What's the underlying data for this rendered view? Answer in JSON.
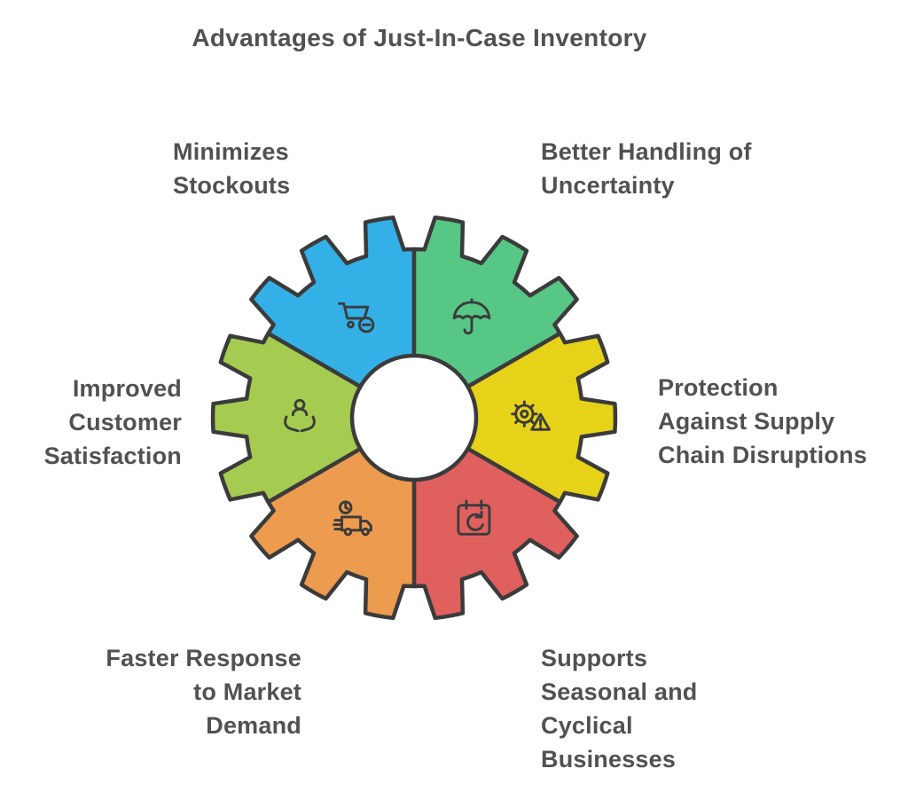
{
  "title": "Advantages of Just-In-Case Inventory",
  "colors": {
    "background": "#ffffff",
    "outline": "#3b3b3b",
    "label_text": "#515151"
  },
  "segments": [
    {
      "name": "minimizes-stockouts",
      "label": "Minimizes\nStockouts",
      "color": "#33b1e7",
      "icon": "cart-minus-icon"
    },
    {
      "name": "better-handling-of-uncertainty",
      "label": "Better Handling of\nUncertainty",
      "color": "#57c785",
      "icon": "umbrella-icon"
    },
    {
      "name": "protection-against-supply-chain-disruptions",
      "label": "Protection\nAgainst Supply\nChain Disruptions",
      "color": "#e6d219",
      "icon": "gear-warning-icon"
    },
    {
      "name": "supports-seasonal-and-cyclical-businesses",
      "label": "Supports\nSeasonal and\nCyclical\nBusinesses",
      "color": "#e0605e",
      "icon": "calendar-refresh-icon"
    },
    {
      "name": "faster-response-to-market-demand",
      "label": "Faster Response\nto Market\nDemand",
      "color": "#ec9b4f",
      "icon": "truck-clock-icon"
    },
    {
      "name": "improved-customer-satisfaction",
      "label": "Improved\nCustomer\nSatisfaction",
      "color": "#a5cc50",
      "icon": "person-hands-icon"
    }
  ]
}
